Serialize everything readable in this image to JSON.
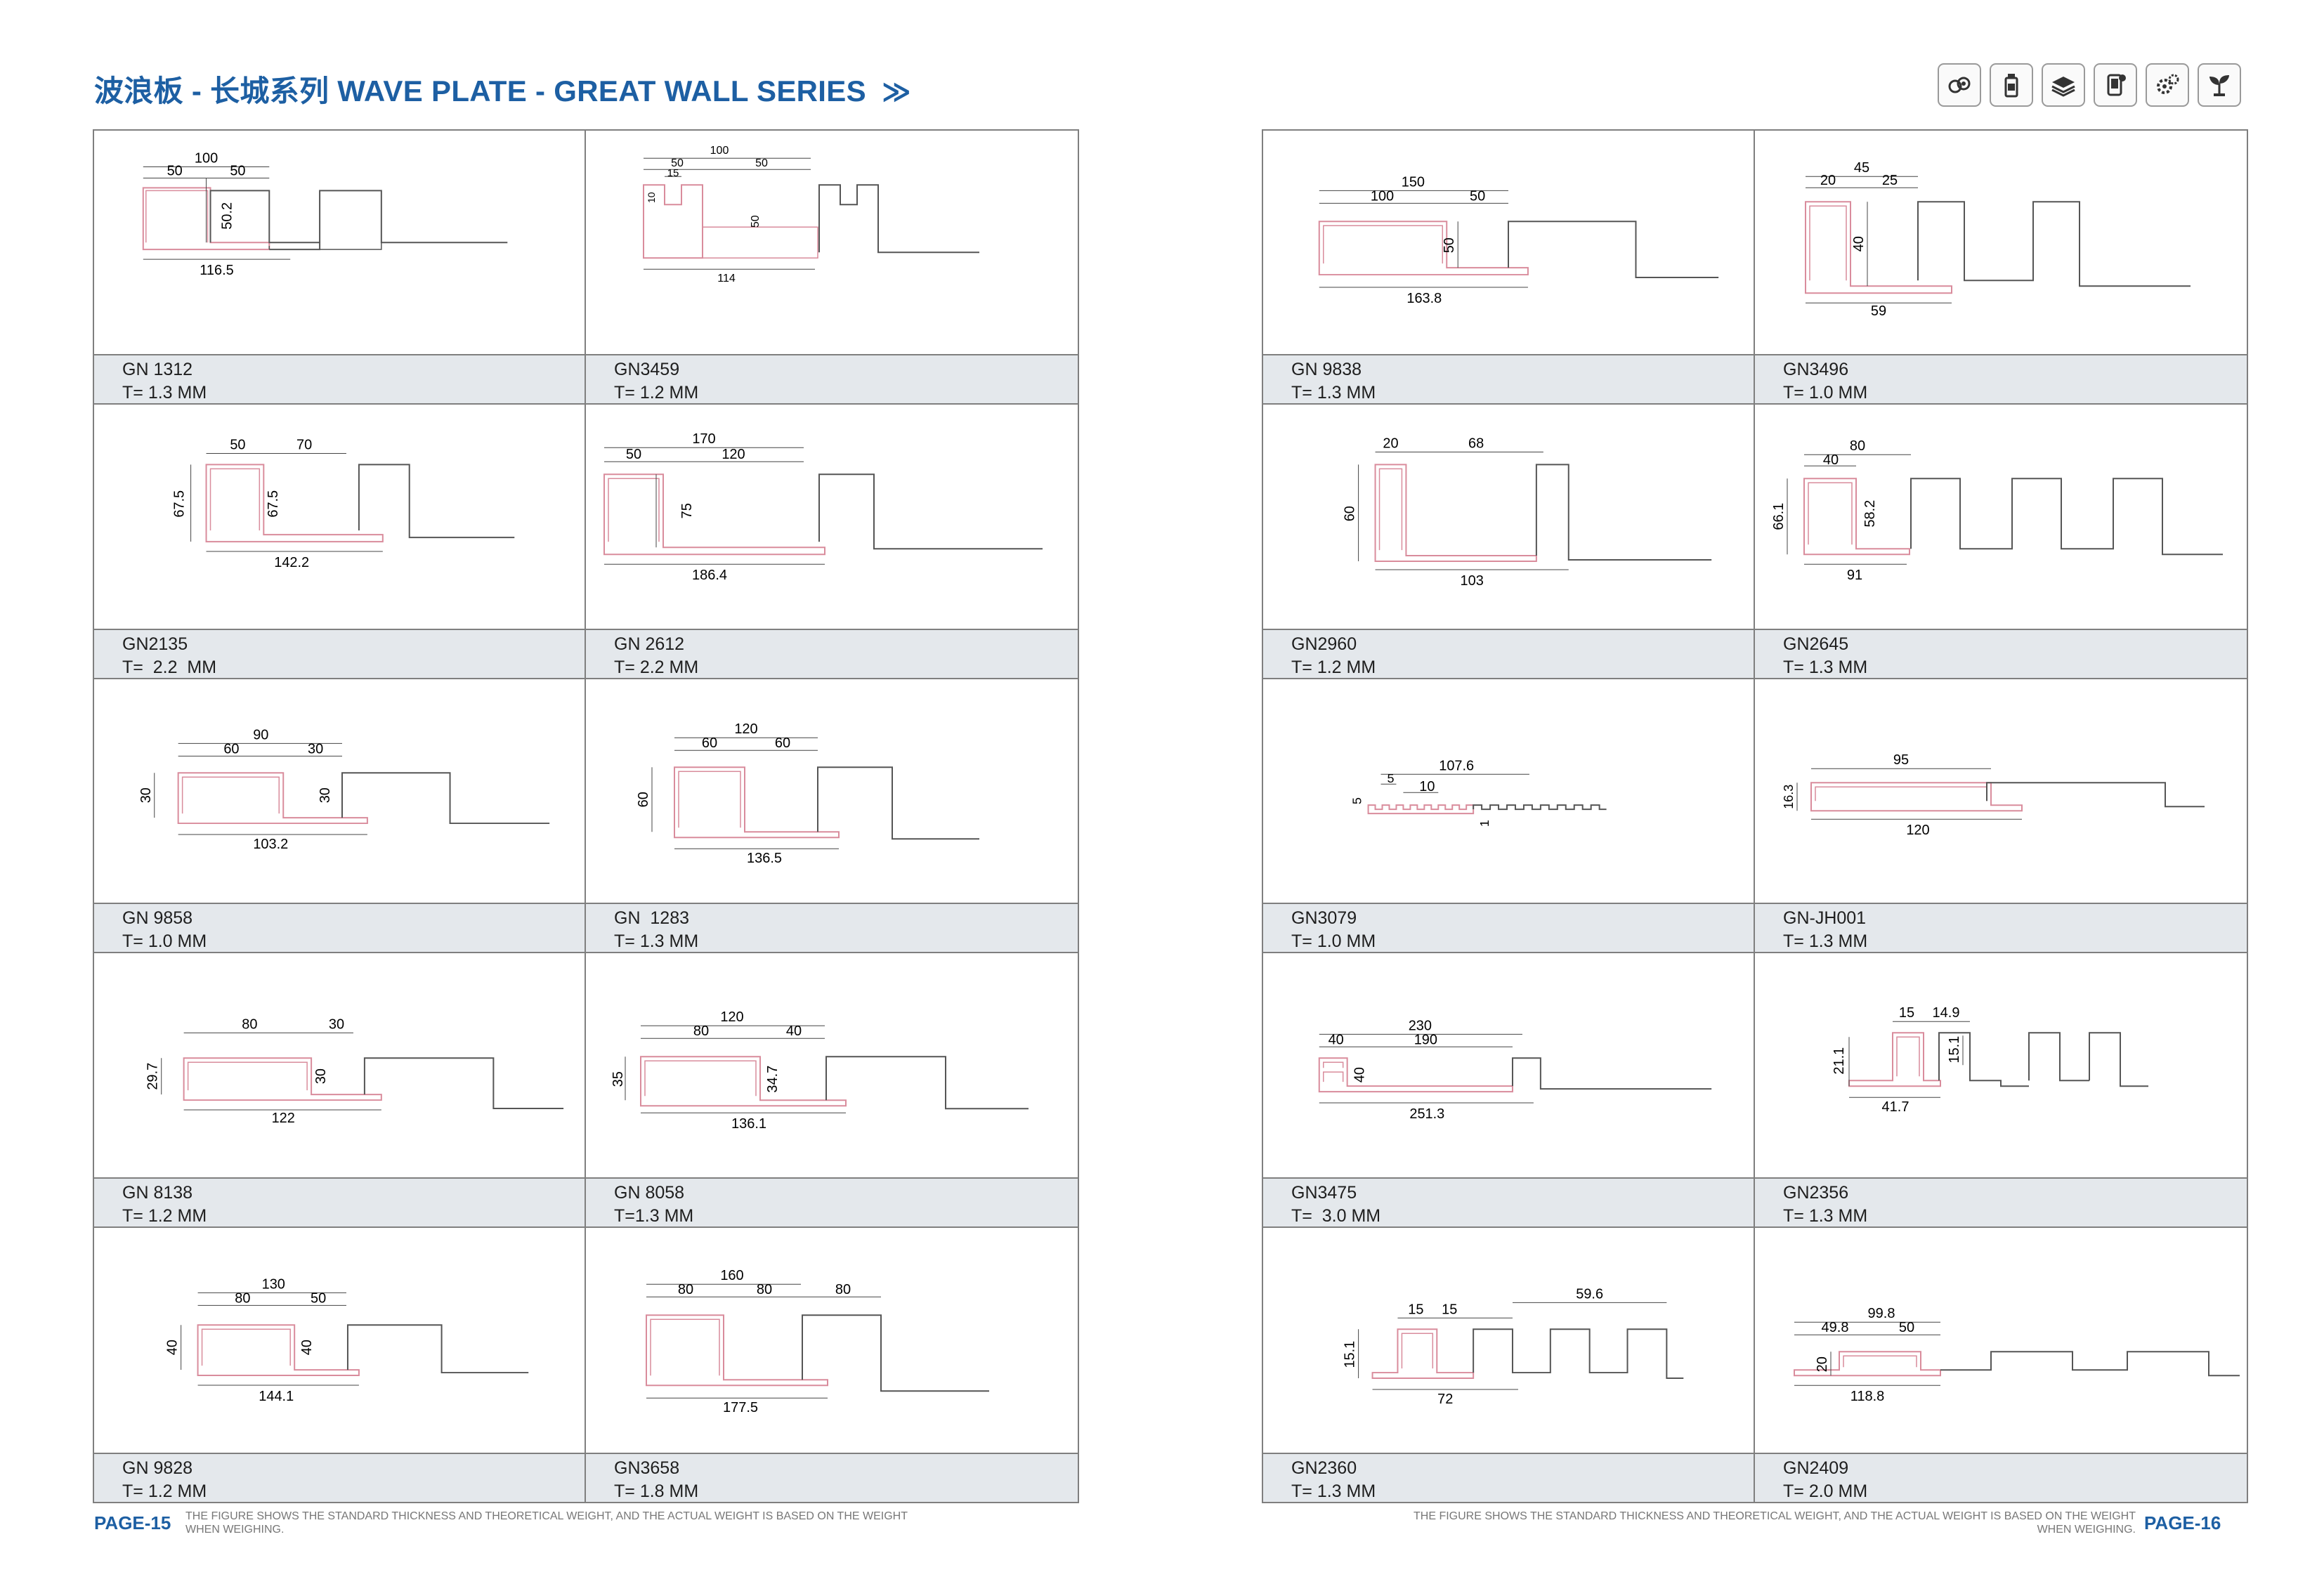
{
  "header": {
    "title": "波浪板 - 长城系列 WAVE PLATE - GREAT WALL SERIES",
    "chevron": "≫",
    "icons": [
      "connect-icon",
      "bottle-icon",
      "layers-icon",
      "phone-icon",
      "gears-icon",
      "plant-icon"
    ]
  },
  "left_page": {
    "cells": [
      {
        "model": "GN 1312",
        "thickness": "T= 1.3 MM",
        "dims": [
          "100",
          "50",
          "50",
          "50.2",
          "116.5"
        ]
      },
      {
        "model": "GN3459",
        "thickness": "T= 1.2 MM",
        "dims": [
          "100",
          "50",
          "50",
          "15",
          "10",
          "50",
          "114"
        ]
      },
      {
        "model": "GN2135",
        "thickness": "T=  2.2  MM",
        "dims": [
          "50",
          "70",
          "67.5",
          "67.5",
          "142.2"
        ]
      },
      {
        "model": "GN 2612",
        "thickness": "T= 2.2 MM",
        "dims": [
          "170",
          "50",
          "120",
          "75",
          "186.4"
        ]
      },
      {
        "model": "GN 9858",
        "thickness": "T= 1.0 MM",
        "dims": [
          "90",
          "60",
          "30",
          "30",
          "30",
          "103.2"
        ]
      },
      {
        "model": "GN  1283",
        "thickness": "T= 1.3 MM",
        "dims": [
          "120",
          "60",
          "60",
          "60",
          "136.5"
        ]
      },
      {
        "model": "GN 8138",
        "thickness": "T= 1.2 MM",
        "dims": [
          "80",
          "30",
          "29.7",
          "30",
          "122"
        ]
      },
      {
        "model": "GN 8058",
        "thickness": "T=1.3 MM",
        "dims": [
          "120",
          "80",
          "40",
          "35",
          "34.7",
          "136.1"
        ]
      },
      {
        "model": "GN 9828",
        "thickness": "T= 1.2 MM",
        "dims": [
          "130",
          "80",
          "50",
          "40",
          "40",
          "144.1"
        ]
      },
      {
        "model": "GN3658",
        "thickness": "T= 1.8 MM",
        "dims": [
          "160",
          "80",
          "80",
          "80",
          "177.5"
        ]
      }
    ],
    "page_label": "PAGE-15",
    "note": "THE FIGURE SHOWS THE STANDARD THICKNESS AND THEORETICAL WEIGHT, AND THE ACTUAL WEIGHT IS BASED ON THE WEIGHT WHEN WEIGHING."
  },
  "right_page": {
    "cells": [
      {
        "model": "GN 9838",
        "thickness": "T= 1.3 MM",
        "dims": [
          "150",
          "100",
          "50",
          "50",
          "163.8"
        ]
      },
      {
        "model": "GN3496",
        "thickness": "T= 1.0 MM",
        "dims": [
          "45",
          "20",
          "25",
          "40",
          "59"
        ]
      },
      {
        "model": "GN2960",
        "thickness": "T= 1.2 MM",
        "dims": [
          "20",
          "68",
          "60",
          "103"
        ]
      },
      {
        "model": "GN2645",
        "thickness": "T= 1.3 MM",
        "dims": [
          "80",
          "40",
          "66.1",
          "58.2",
          "91"
        ]
      },
      {
        "model": "GN3079",
        "thickness": "T= 1.0 MM",
        "dims": [
          "107.6",
          "5",
          "10",
          "5",
          "1"
        ]
      },
      {
        "model": "GN-JH001",
        "thickness": "T= 1.3 MM",
        "dims": [
          "95",
          "16.3",
          "120"
        ]
      },
      {
        "model": "GN3475",
        "thickness": "T=  3.0 MM",
        "dims": [
          "230",
          "40",
          "190",
          "40",
          "251.3"
        ]
      },
      {
        "model": "GN2356",
        "thickness": "T= 1.3 MM",
        "dims": [
          "15",
          "14.9",
          "21.1",
          "15.1",
          "41.7"
        ]
      },
      {
        "model": "GN2360",
        "thickness": "T= 1.3 MM",
        "dims": [
          "15",
          "15",
          "59.6",
          "15.1",
          "72"
        ]
      },
      {
        "model": "GN2409",
        "thickness": "T= 2.0 MM",
        "dims": [
          "99.8",
          "49.8",
          "50",
          "20",
          "118.8"
        ]
      }
    ],
    "page_label": "PAGE-16",
    "note": "THE FIGURE SHOWS THE STANDARD THICKNESS AND THEORETICAL WEIGHT, AND THE ACTUAL WEIGHT IS BASED ON THE WEIGHT WHEN WEIGHING."
  },
  "colors": {
    "accent": "#1d5fa3",
    "profile": "#d98c9c",
    "outline": "#555555",
    "caption_bg": "#e4e8ec"
  }
}
